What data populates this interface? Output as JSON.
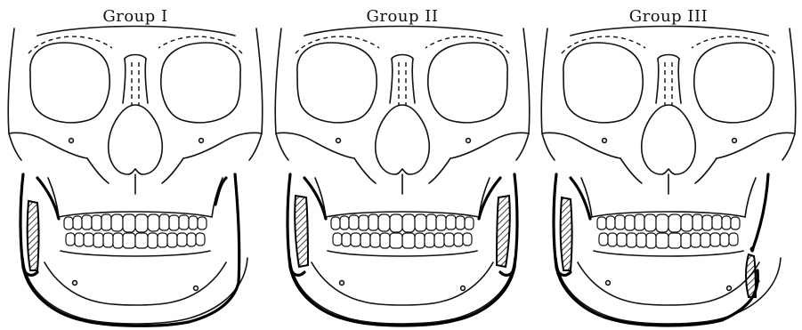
{
  "figure": {
    "panels": [
      {
        "title": "Group  I",
        "graft_left": true,
        "graft_right": false,
        "osteotomy_right": false
      },
      {
        "title": "Group  II",
        "graft_left": true,
        "graft_right": true,
        "osteotomy_right": false
      },
      {
        "title": "Group  III",
        "graft_left": true,
        "graft_right": false,
        "osteotomy_right": true
      }
    ]
  }
}
